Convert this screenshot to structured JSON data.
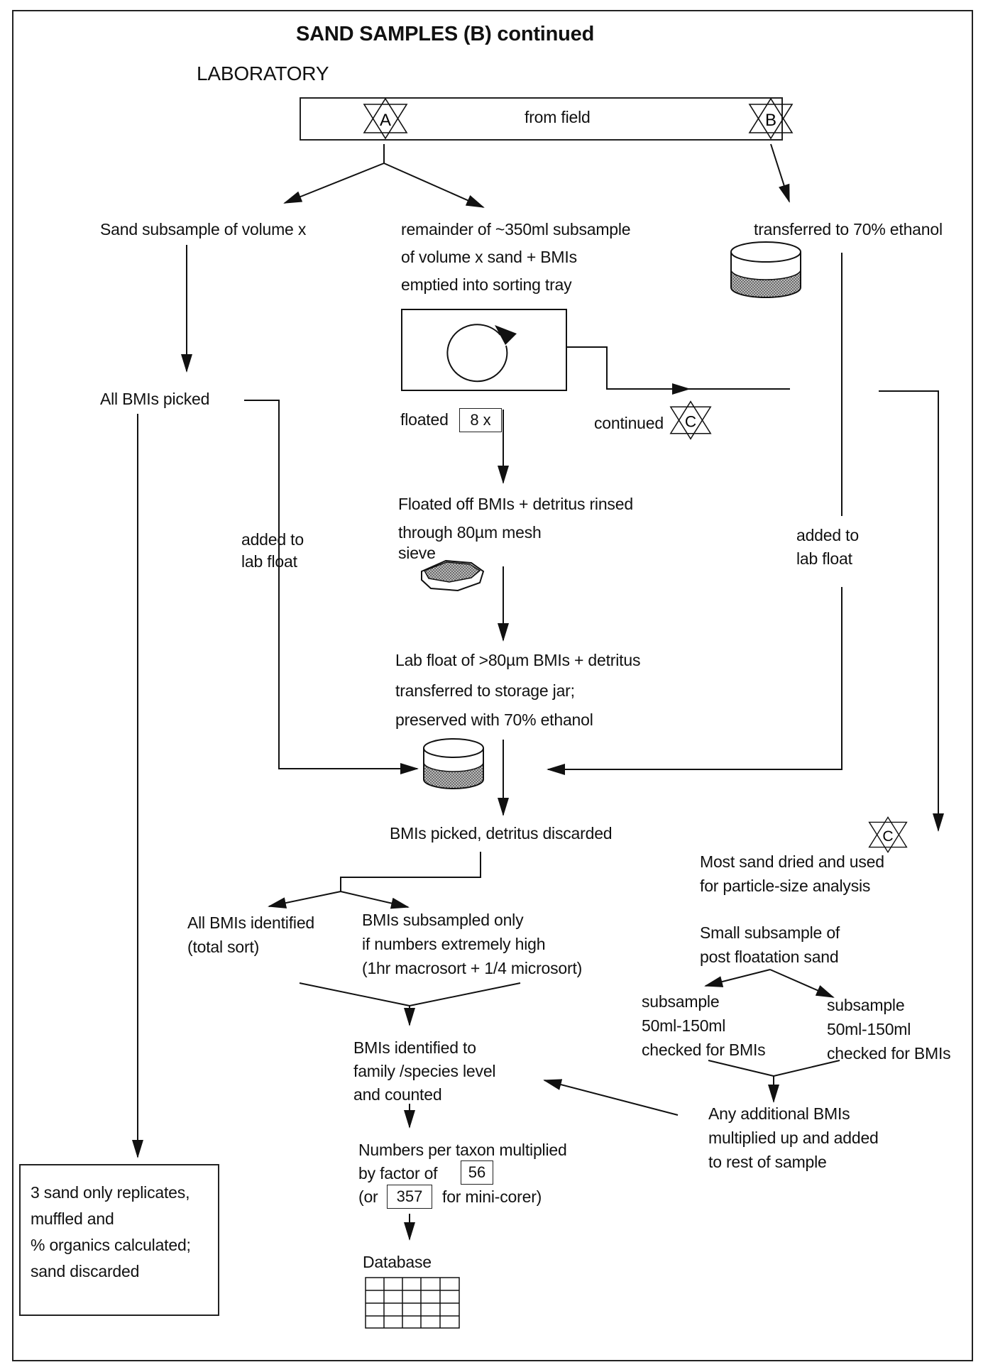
{
  "title": "SAND SAMPLES (B) continued",
  "section": "LABORATORY",
  "field_box": {
    "label": "from field",
    "star_a": "A",
    "star_b": "B"
  },
  "left": {
    "sand_subsample": "Sand subsample of volume x",
    "all_bmis_picked": "All BMIs picked",
    "added_to": "added to",
    "lab_float": "lab float",
    "replicates_lines": [
      "3 sand only replicates,",
      "muffled and",
      "% organics calculated;",
      "sand discarded"
    ]
  },
  "middle": {
    "remainder_lines": [
      "remainder of ~350ml subsample",
      "of volume x sand + BMIs",
      "emptied into sorting tray"
    ],
    "floated": "floated",
    "floated_times": "8 x",
    "continued": "continued",
    "continued_star": "C",
    "floated_off_lines": [
      "Floated off BMIs + detritus rinsed",
      "through 80µm mesh",
      "sieve"
    ],
    "lab_float_lines": [
      "Lab float of >80µm BMIs + detritus",
      "transferred to storage jar;",
      "preserved with 70% ethanol"
    ],
    "picked_discarded": "BMIs picked, detritus discarded",
    "identified_total_lines": [
      "All BMIs identified",
      "(total sort)"
    ],
    "subsampled_lines": [
      "BMIs subsampled only",
      "if numbers extremely high",
      "(1hr macrosort  + 1/4 microsort)"
    ],
    "identified_family_lines": [
      "BMIs identified to",
      "family /species level",
      "and counted"
    ],
    "numbers_per_taxon": "Numbers per taxon multiplied",
    "by_factor_of": "by factor of",
    "factor": "56",
    "or_prefix": "(or",
    "factor_mini": "357",
    "for_mini_corer": "for mini-corer)",
    "database": "Database"
  },
  "right": {
    "transferred_ethanol": "transferred to 70% ethanol",
    "added_to": "added to",
    "lab_float": "lab float",
    "star_c": "C",
    "most_sand_lines": [
      "Most sand dried and used",
      "for particle-size analysis"
    ],
    "small_subsample_lines": [
      "Small subsample of",
      "post floatation sand"
    ],
    "subsample_left_lines": [
      "subsample",
      "50ml-150ml",
      "checked for BMIs"
    ],
    "subsample_right_lines": [
      "subsample",
      "50ml-150ml",
      "checked for BMIs"
    ],
    "additional_lines": [
      "Any additional BMIs",
      "multiplied up and added",
      "to rest of sample"
    ]
  }
}
